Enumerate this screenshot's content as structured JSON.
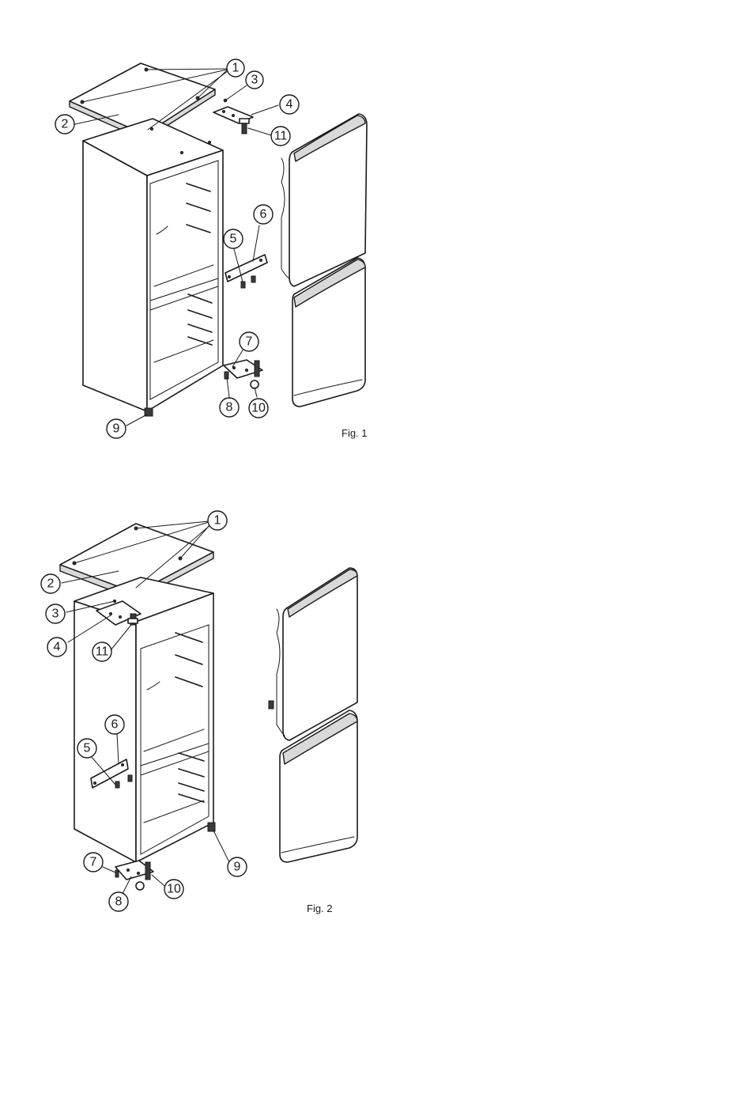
{
  "figures": [
    {
      "caption": "Fig. 1",
      "callouts": [
        "1",
        "2",
        "3",
        "4",
        "5",
        "6",
        "7",
        "8",
        "9",
        "10",
        "11"
      ]
    },
    {
      "caption": "Fig. 2",
      "callouts": [
        "1",
        "2",
        "3",
        "4",
        "5",
        "6",
        "7",
        "8",
        "9",
        "10",
        "11"
      ]
    }
  ]
}
